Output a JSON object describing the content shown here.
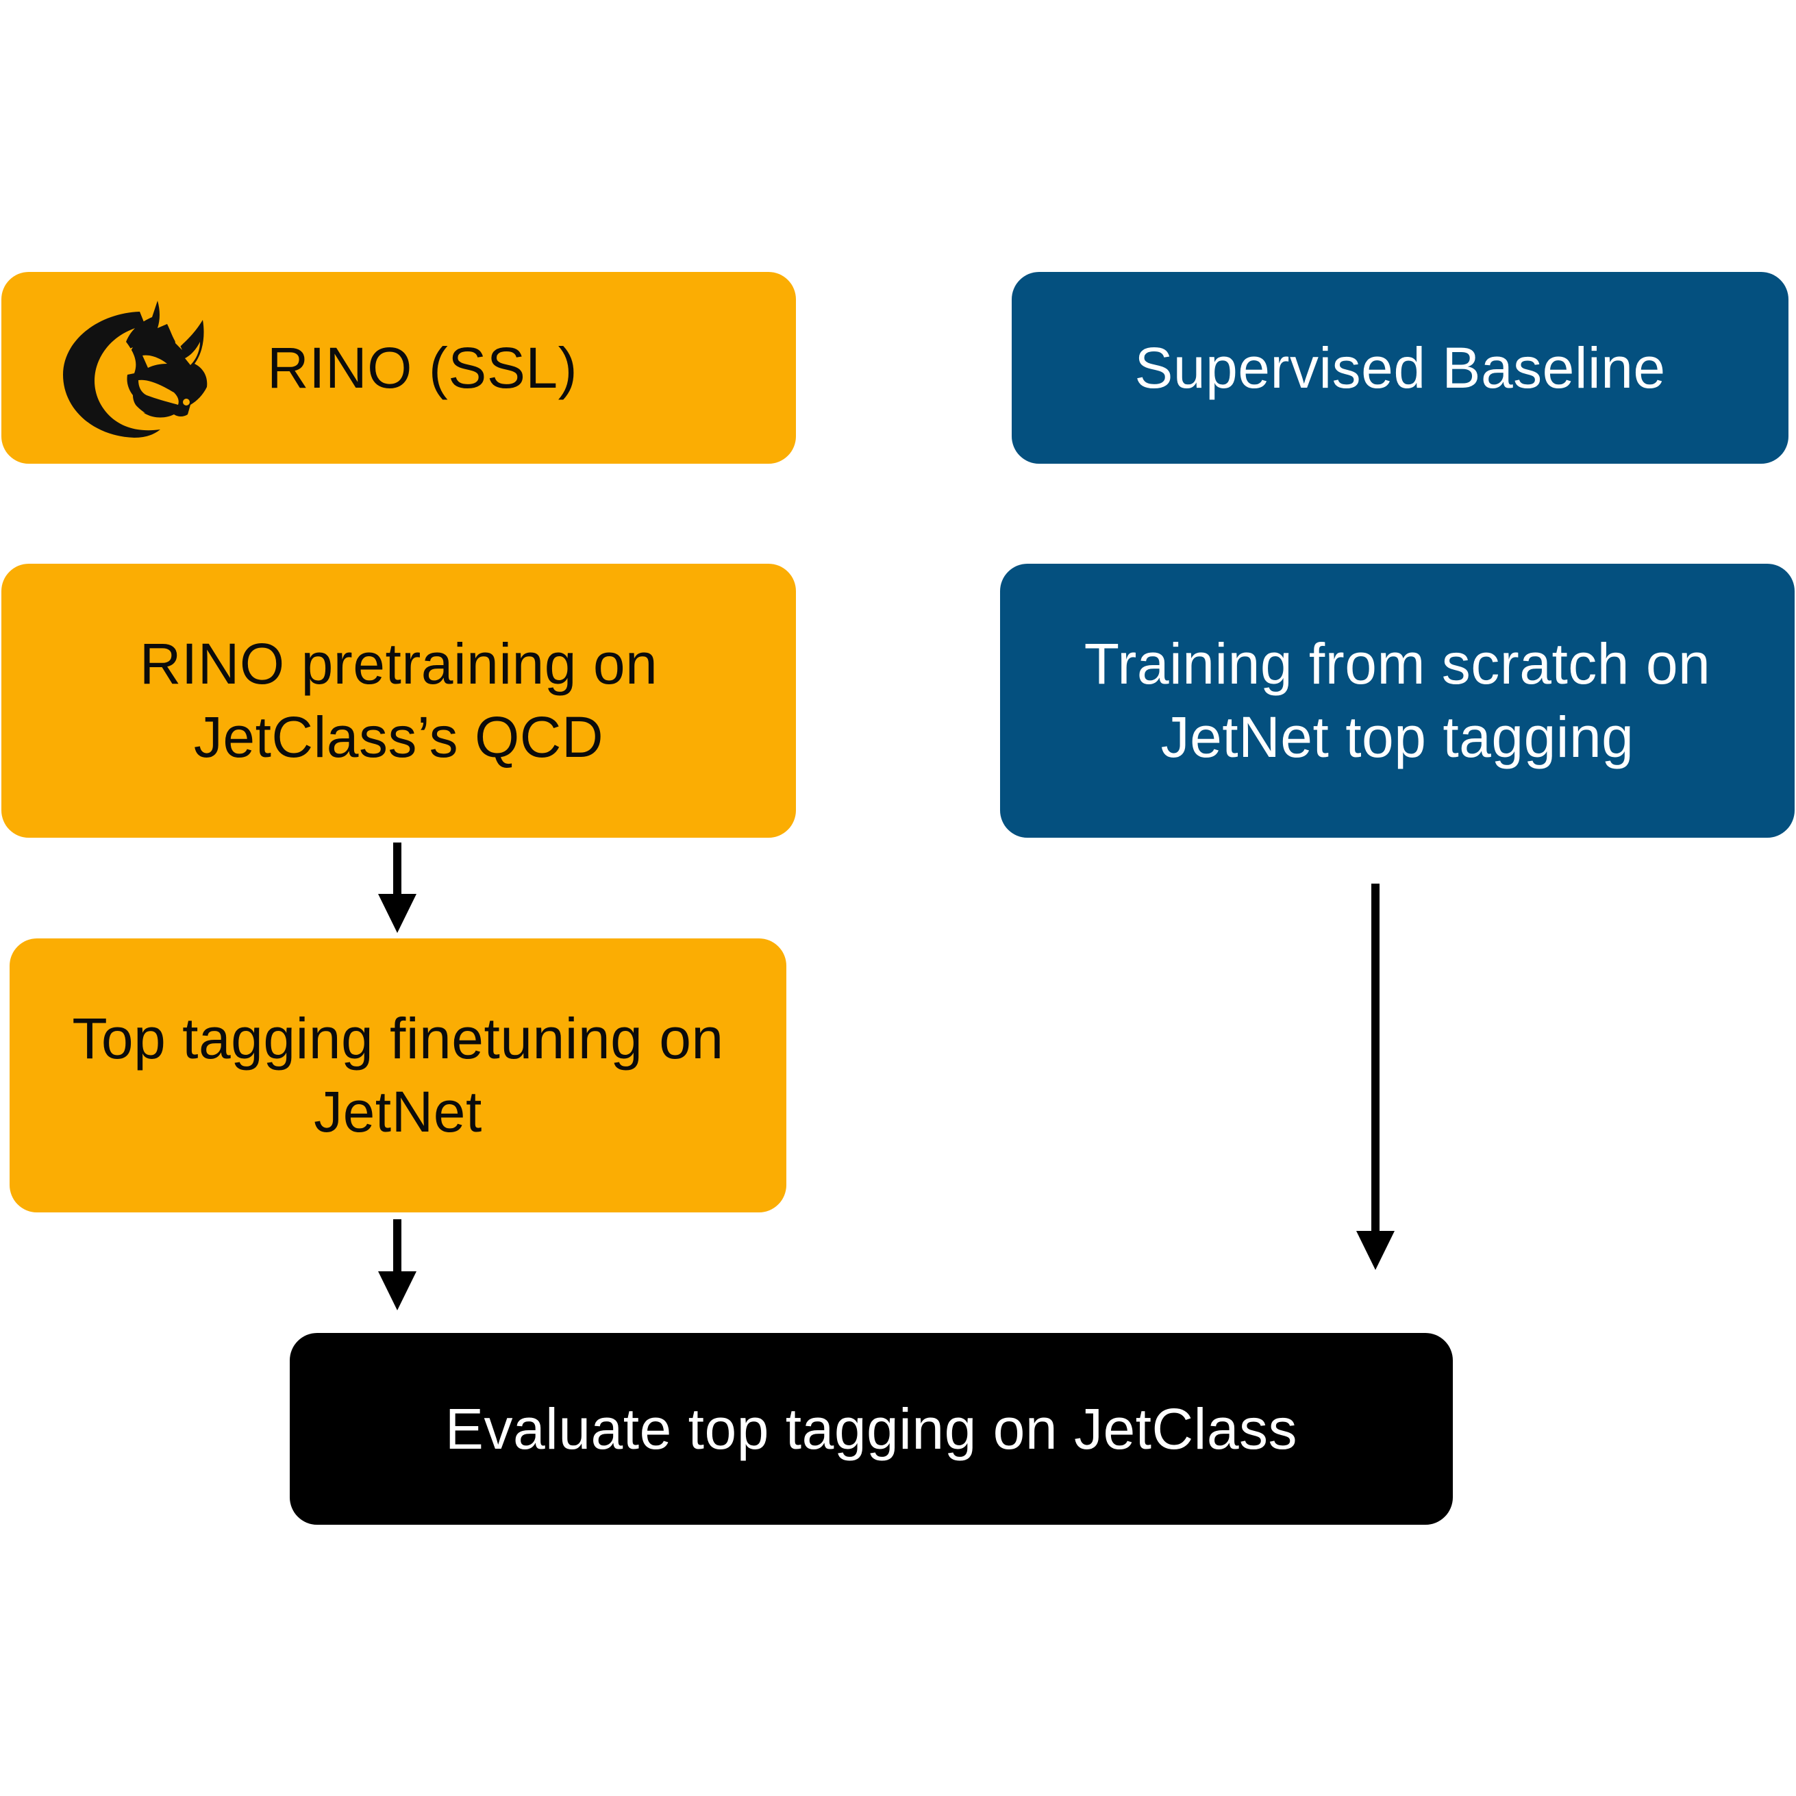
{
  "nodes": {
    "rino_ssl": {
      "label": "RINO (SSL)",
      "color": "#FBAD03",
      "icon": "rhino-icon"
    },
    "supervised": {
      "label": "Supervised Baseline",
      "color": "#04507F"
    },
    "rino_pretrain": {
      "line1": "RINO pretraining on",
      "line2": "JetClass’s QCD",
      "color": "#FBAD03"
    },
    "scratch": {
      "line1": "Training from scratch on",
      "line2": "JetNet top tagging",
      "color": "#04507F"
    },
    "finetune": {
      "line1": "Top tagging finetuning on",
      "line2": "JetNet",
      "color": "#FBAD03"
    },
    "evaluate": {
      "label": "Evaluate top tagging on JetClass",
      "color": "#000000"
    }
  },
  "edges": [
    {
      "from": "rino_pretrain",
      "to": "finetune"
    },
    {
      "from": "finetune",
      "to": "evaluate"
    },
    {
      "from": "scratch",
      "to": "evaluate"
    }
  ]
}
